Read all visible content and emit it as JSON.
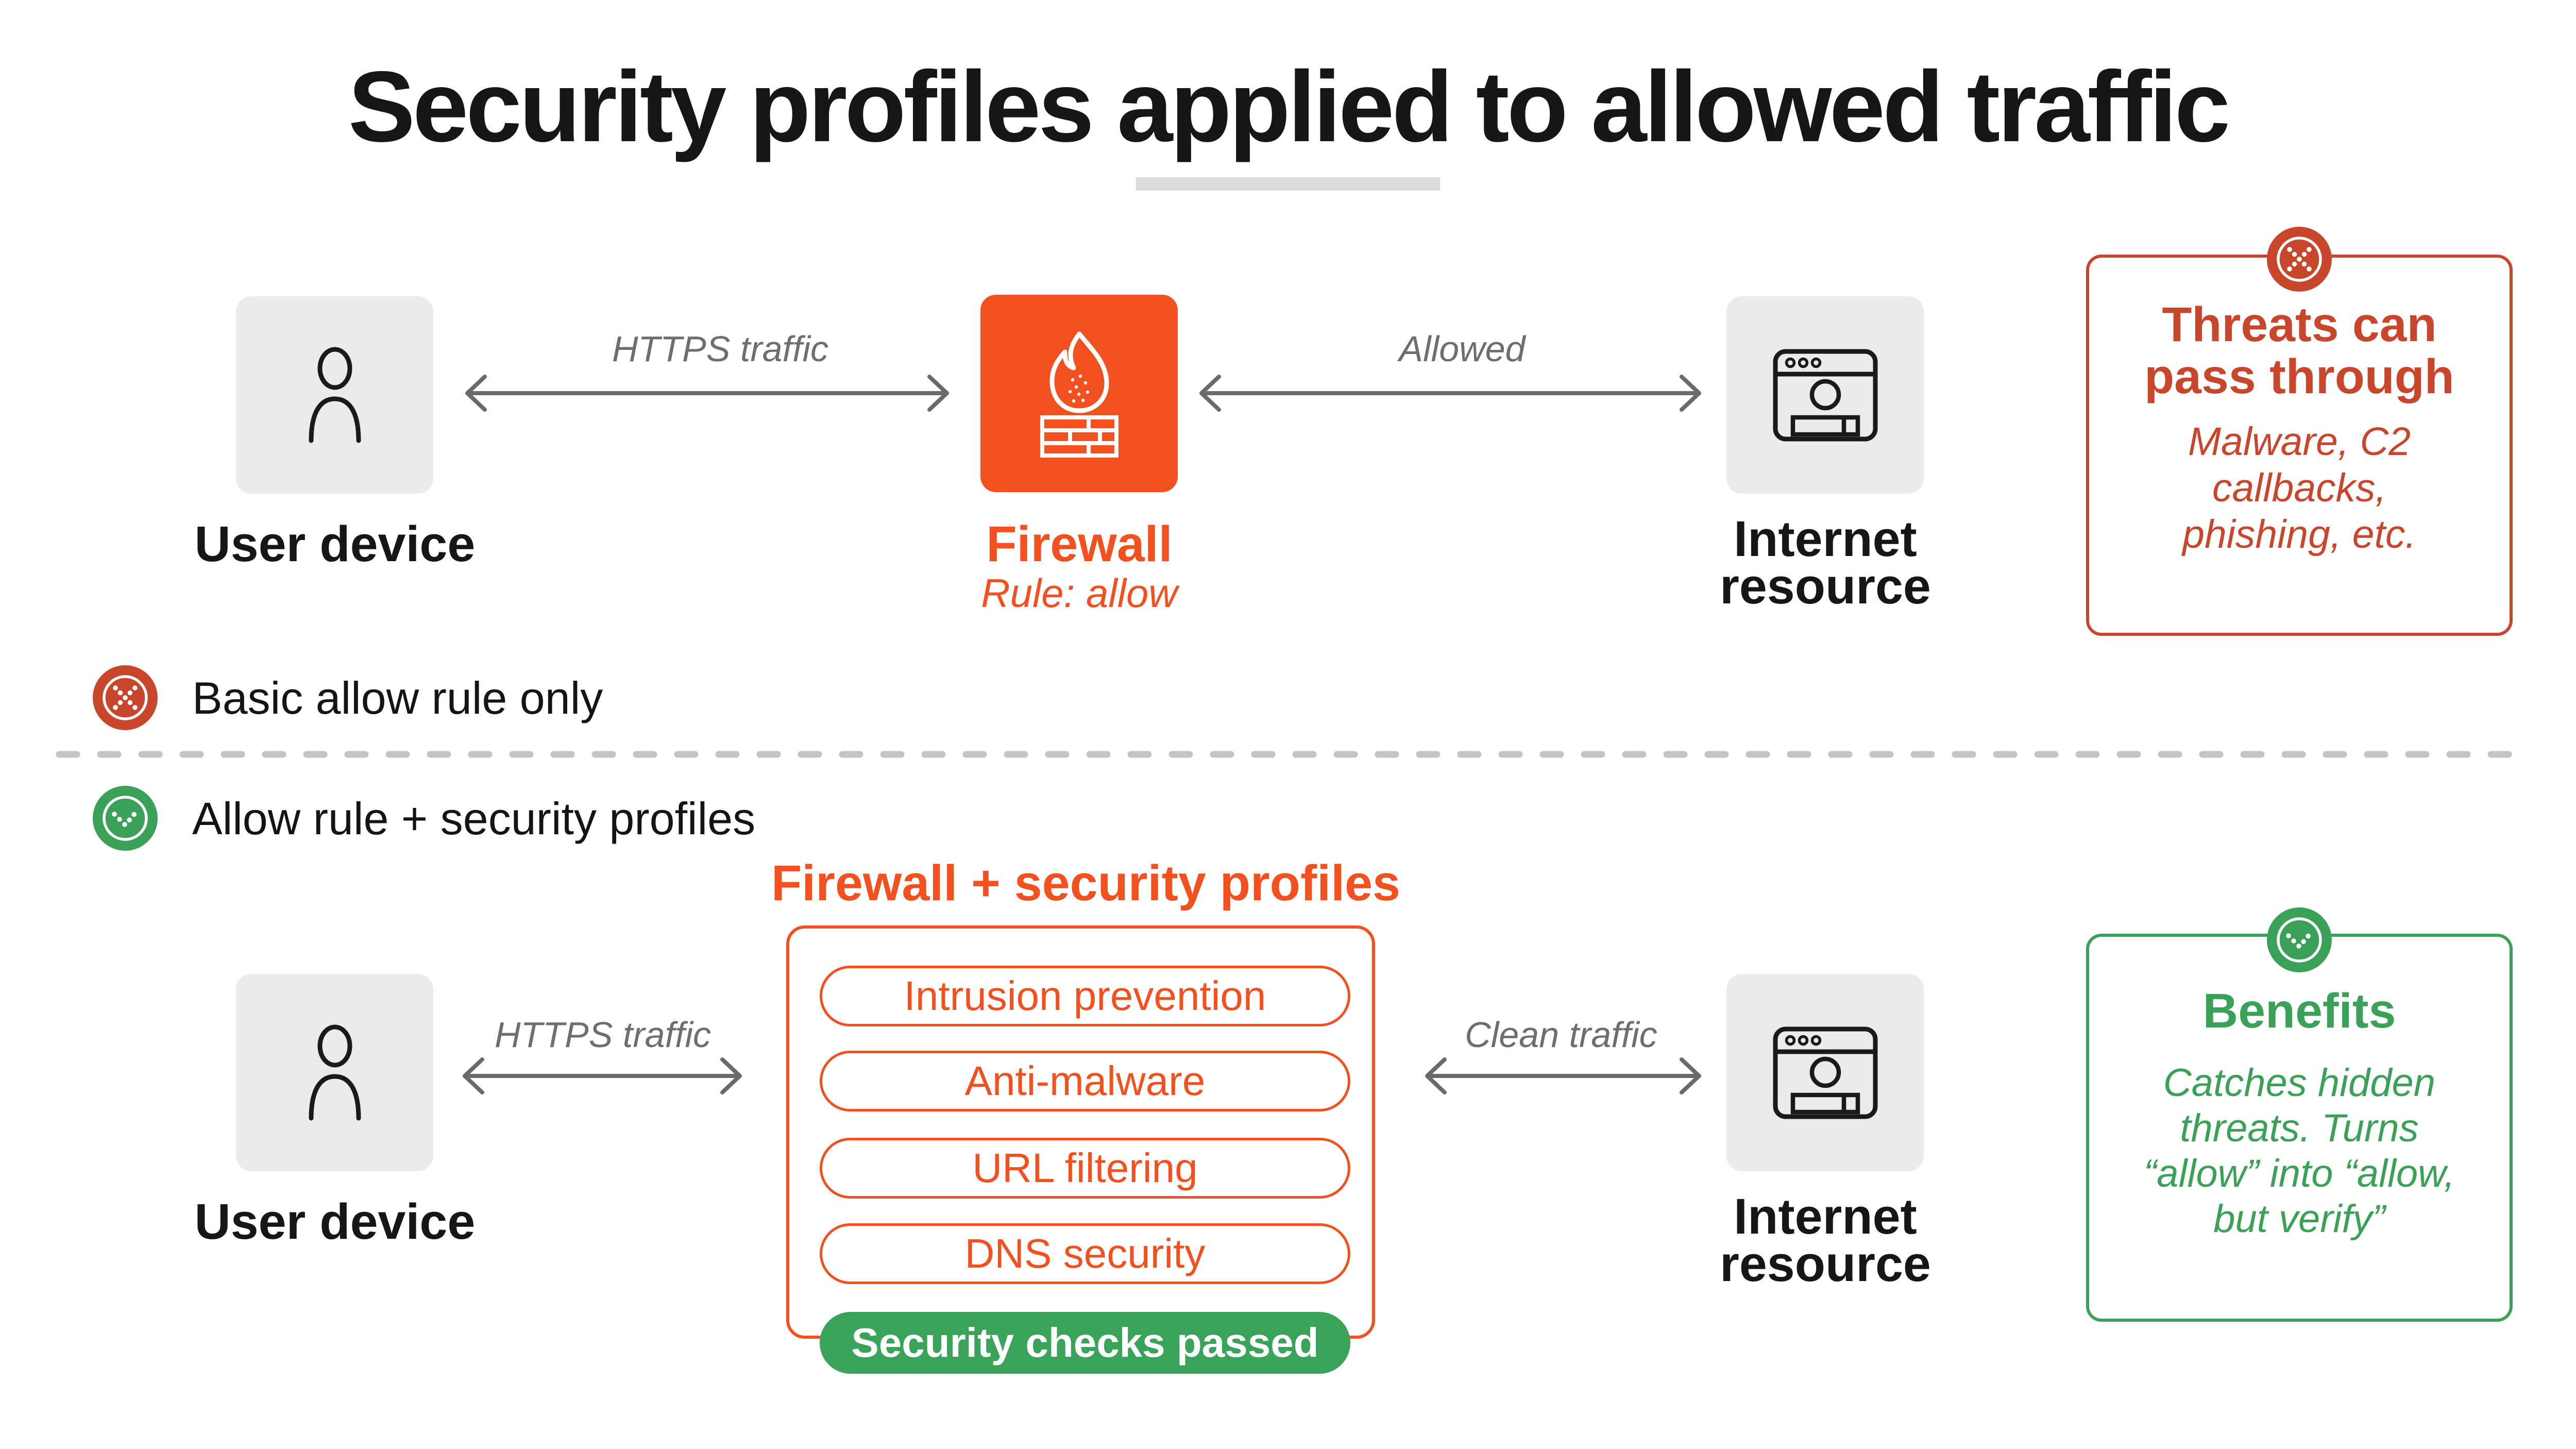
{
  "title": "Security profiles applied to allowed traffic",
  "scenario1": {
    "user_device_label": "User device",
    "traffic_label": "HTTPS traffic",
    "firewall_label": "Firewall",
    "firewall_sublabel": "Rule: allow",
    "allowed_label": "Allowed",
    "internet_label_lines": [
      "Internet",
      "resource"
    ],
    "threats_card": {
      "title_lines": [
        "Threats can",
        "pass through"
      ],
      "body_lines": [
        "Malware, C2",
        "callbacks,",
        "phishing, etc."
      ]
    }
  },
  "legend": {
    "basic_label": "Basic allow rule only",
    "profiles_label": "Allow rule + security profiles"
  },
  "scenario2": {
    "heading": "Firewall + security profiles",
    "profiles": [
      "Intrusion prevention",
      "Anti-malware",
      "URL filtering",
      "DNS security"
    ],
    "passed_label": "Security checks passed",
    "user_device_label": "User device",
    "traffic_label": "HTTPS traffic",
    "clean_label": "Clean traffic",
    "internet_label_lines": [
      "Internet",
      "resource"
    ],
    "benefits_card": {
      "title": "Benefits",
      "body_lines": [
        "Catches hidden",
        "threats. Turns",
        "“allow” into “allow,",
        "but verify”"
      ]
    }
  },
  "colors": {
    "accent_orange": "#F3501F",
    "brick_red": "#C8472C",
    "green": "#3CA158",
    "box_gray": "#EBEBEB",
    "arrow_gray": "#6A6A6A"
  }
}
